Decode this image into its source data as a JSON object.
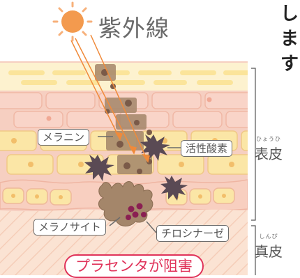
{
  "sun_label": "紫外線",
  "top_text_lines": [
    "し",
    "ま",
    "す"
  ],
  "layer_labels": {
    "epidermis": {
      "ruby": "ひょうひ",
      "text": "表皮"
    },
    "dermis": {
      "ruby": "しんぴ",
      "text": "真皮"
    }
  },
  "callouts": {
    "melanin": "メラニン",
    "ros": "活性酸素",
    "melanocyte": "メラノサイト",
    "tyrosinase": "チロシナーゼ",
    "placenta": "プラセンタが阻害"
  },
  "colors": {
    "sun": "#f39a4e",
    "uv_ray": "#f08a3a",
    "surface_layer": "#fdf2cf",
    "cell_pink": "#f9d4c8",
    "cell_yellow": "#fbe6a6",
    "skin_base": "#f6cfc1",
    "dermis": "#fbe0cf",
    "melanin_dot": "#7a5a48",
    "column": "#a4866a",
    "ros": "#5a4a54",
    "tyrosinase": "#8a1f52",
    "placenta": "#e0335a"
  }
}
